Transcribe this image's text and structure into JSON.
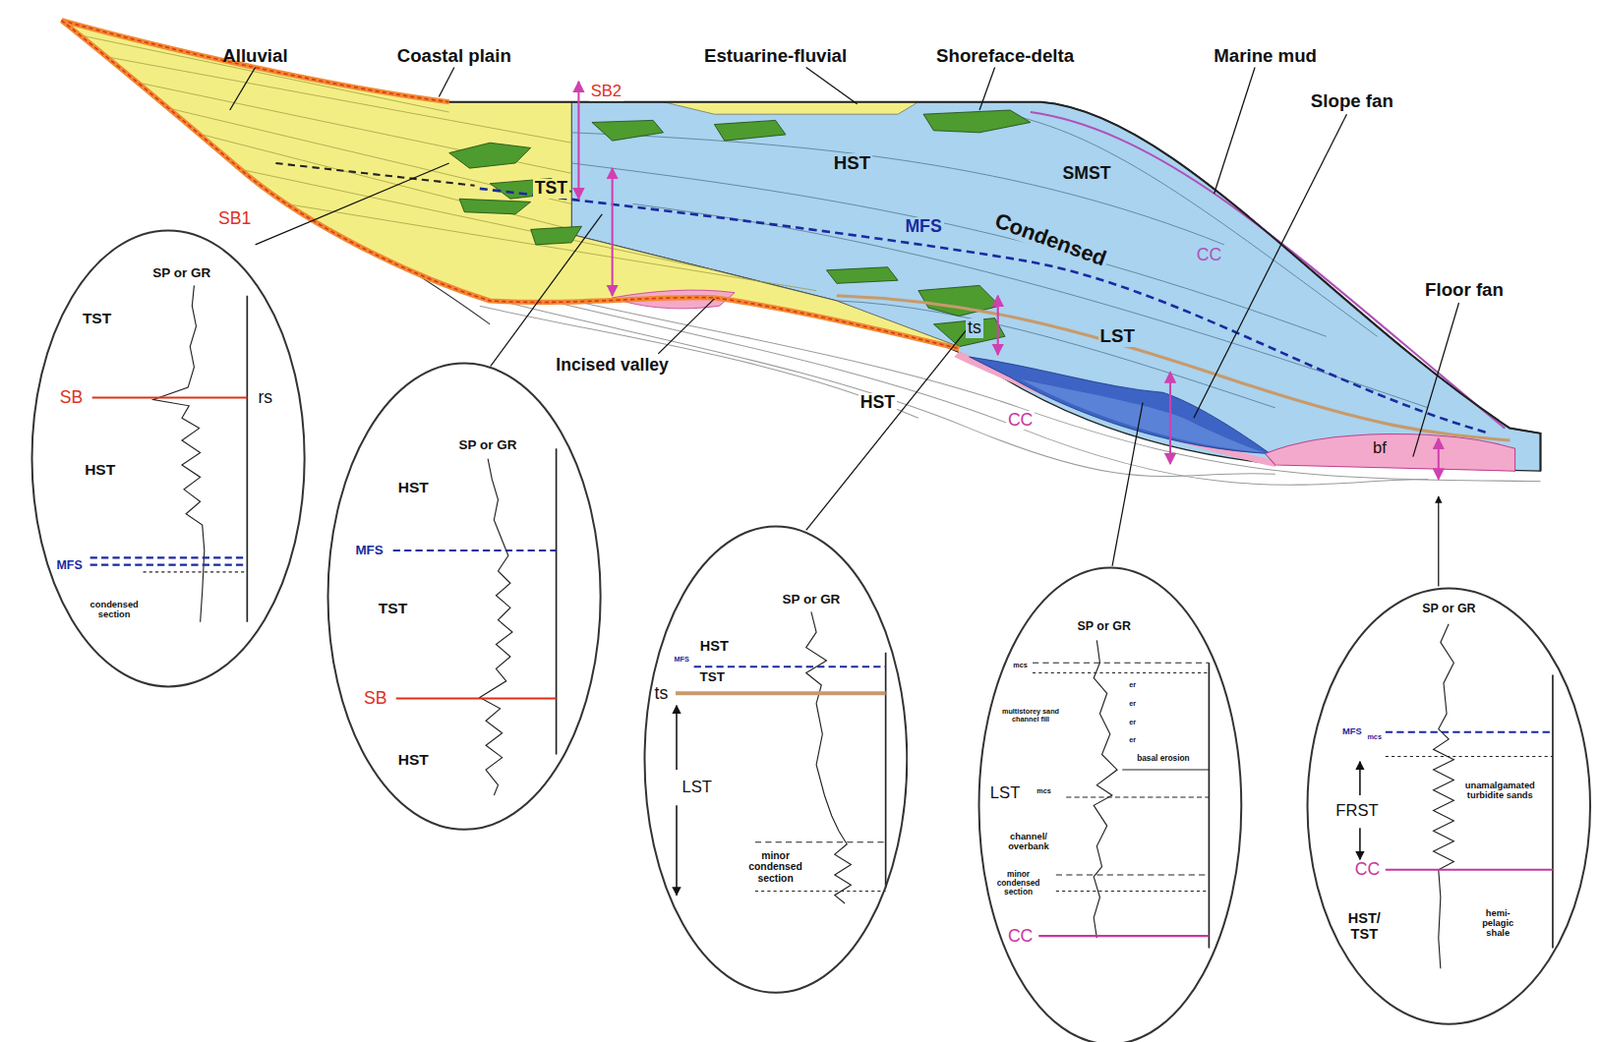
{
  "diagram": {
    "nodes": [
      {
        "text": [
          "SP or GR",
          "TST",
          "SB",
          "rs",
          "HST",
          "MFS",
          "condensed section"
        ]
      },
      {
        "text": [
          "SP or GR",
          "HST",
          "MFS",
          "TST",
          "SB",
          "HST"
        ]
      },
      {
        "text": [
          "SP or GR",
          "HST",
          "MFS",
          "TST",
          "ts",
          "LST",
          "minor condensed section"
        ]
      },
      {
        "text": [
          "SP or GR",
          "mcs",
          "multistorey sand channel fill",
          "er",
          "er",
          "er",
          "er",
          "basal erosion",
          "LST",
          "mcs",
          "channel/ overbank",
          "minor condensed section",
          "CC"
        ]
      },
      {
        "text": [
          "SP or GR",
          "MFS",
          "mcs",
          "FRST",
          "CC",
          "unamalgamated turbidite sands",
          "HST/ TST",
          "hemi-pelagic shale"
        ]
      }
    ],
    "labels": [
      "Alluvial",
      "Coastal plain",
      "Estuarine-fluvial",
      "Shoreface-delta",
      "Marine mud",
      "SB2",
      "SB1",
      "HST",
      "TST",
      "SMST",
      "MFS",
      "Condensed",
      "CC",
      "ts",
      "LST",
      "Slope fan",
      "Floor fan",
      "bf",
      "Incised valley",
      "HST",
      "CC"
    ]
  }
}
